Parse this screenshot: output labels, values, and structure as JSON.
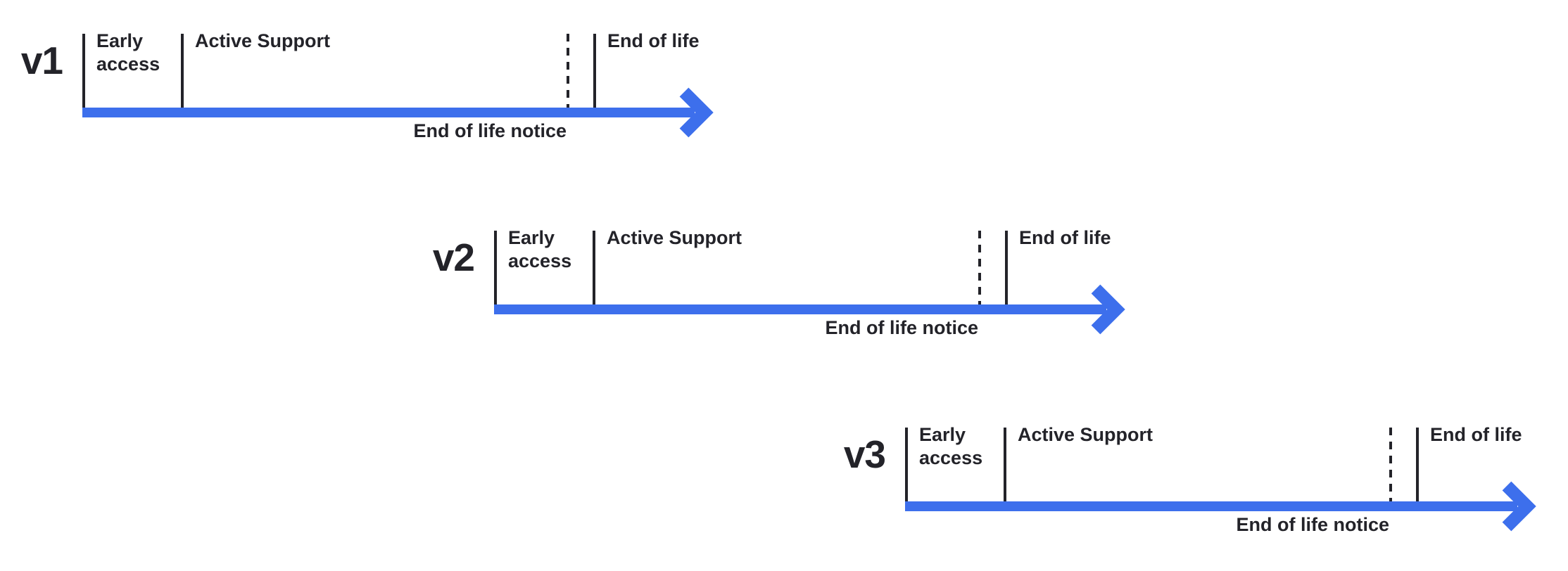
{
  "colors": {
    "arrow_blue": "#3D6FEC",
    "ink": "#232329",
    "background": "#FFFFFF"
  },
  "timelines": [
    {
      "version": "v1",
      "phases": {
        "early_access": "Early access",
        "active_support": "Active Support",
        "end_of_life": "End of life"
      },
      "notice": "End of life notice"
    },
    {
      "version": "v2",
      "phases": {
        "early_access": "Early access",
        "active_support": "Active Support",
        "end_of_life": "End of life"
      },
      "notice": "End of life notice"
    },
    {
      "version": "v3",
      "phases": {
        "early_access": "Early access",
        "active_support": "Active Support",
        "end_of_life": "End of life"
      },
      "notice": "End of life notice"
    }
  ]
}
